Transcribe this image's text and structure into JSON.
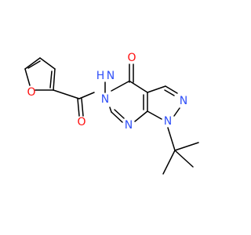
{
  "molecule": {
    "atoms": {
      "furan_oxygen": {
        "symbol": "O",
        "color": "#ff0d0d"
      },
      "carbonyl_oxygen_amide": {
        "symbol": "O",
        "color": "#ff0d0d"
      },
      "amide_nitrogen": {
        "symbol": "N",
        "color": "#3050f8"
      },
      "amide_hydrogen": {
        "symbol": "H",
        "color": "#3050f8"
      },
      "carbonyl_oxygen_ring": {
        "symbol": "O",
        "color": "#ff0d0d"
      },
      "ring_nitrogen_5": {
        "symbol": "N",
        "color": "#3050f8"
      },
      "pyrazole_nitrogen_2": {
        "symbol": "N",
        "color": "#3050f8"
      },
      "pyrazole_nitrogen_1": {
        "symbol": "N",
        "color": "#3050f8"
      },
      "pyrimidine_nitrogen_7": {
        "symbol": "N",
        "color": "#3050f8"
      }
    },
    "colors": {
      "bond": "#000000",
      "oxygen": "#ff0d0d",
      "nitrogen": "#3050f8",
      "background": "#ffffff"
    }
  }
}
